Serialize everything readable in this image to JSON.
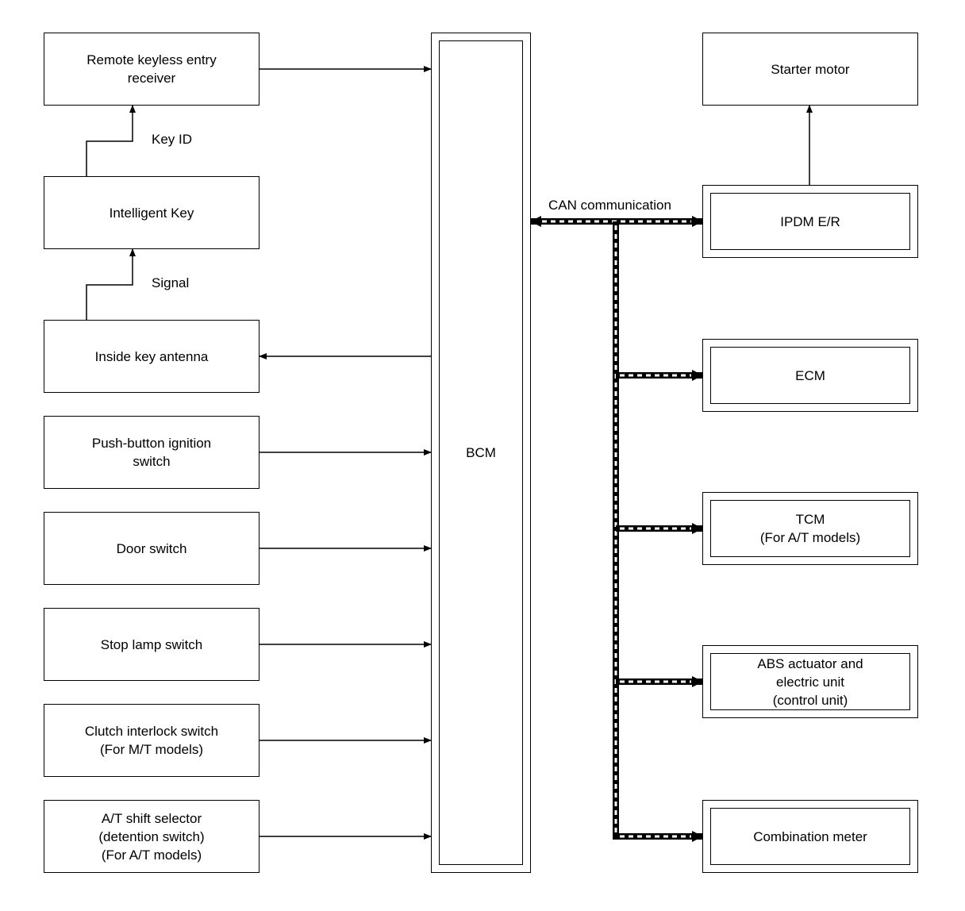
{
  "inputs": {
    "remote_keyless_entry_receiver": "Remote keyless entry\nreceiver",
    "intelligent_key": "Intelligent Key",
    "inside_key_antenna": "Inside key antenna",
    "push_button_ignition_switch": "Push-button ignition\nswitch",
    "door_switch": "Door switch",
    "stop_lamp_switch": "Stop lamp switch",
    "clutch_interlock_switch": "Clutch interlock switch\n(For M/T models)",
    "at_shift_selector": "A/T shift selector\n(detention switch)\n(For A/T models)"
  },
  "signals": {
    "key_id": "Key ID",
    "signal": "Signal",
    "can_communication": "CAN communication"
  },
  "bcm": {
    "label": "BCM"
  },
  "outputs": {
    "starter_motor": "Starter motor",
    "ipdm_er": "IPDM E/R",
    "ecm": "ECM",
    "tcm": "TCM\n(For A/T models)",
    "abs_actuator": "ABS actuator and\nelectric unit\n(control unit)",
    "combination_meter": "Combination meter"
  },
  "colors": {
    "line": "#000000",
    "background": "#ffffff"
  }
}
